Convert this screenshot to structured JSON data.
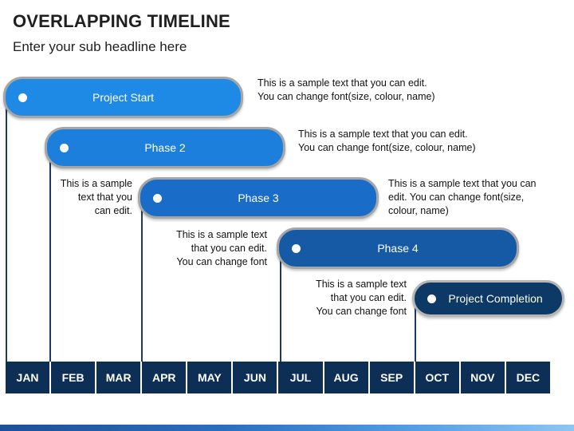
{
  "title": "OVERLAPPING TIMELINE",
  "subtitle": "Enter your sub headline here",
  "colors": {
    "stage1": "#1f8ae6",
    "stage2": "#1d7fdc",
    "stage3": "#1a6cc9",
    "stage4": "#165aa5",
    "stage5": "#0d3966",
    "month_bar": "#0d2f55",
    "pill_border": "#a6a6a6"
  },
  "stages": [
    {
      "label": "Project Start",
      "desc": "This is a sample text that you can edit.\nYou can change font(size, colour, name)"
    },
    {
      "label": "Phase 2",
      "desc": "This is a sample text that you can edit.\nYou can change font(size, colour, name)"
    },
    {
      "label": "Phase 3",
      "desc_left": "This is a sample\ntext that you\ncan edit.",
      "desc_right": "This is a sample text that you can\nedit. You can change font(size,\ncolour, name)"
    },
    {
      "label": "Phase 4",
      "desc": "This is a sample text\nthat you can edit.\nYou can change font"
    },
    {
      "label": "Project Completion",
      "desc": "This is a sample text\nthat you can edit.\nYou can change font"
    }
  ],
  "months": [
    "JAN",
    "FEB",
    "MAR",
    "APR",
    "MAY",
    "JUN",
    "JUL",
    "AUG",
    "SEP",
    "OCT",
    "NOV",
    "DEC"
  ]
}
